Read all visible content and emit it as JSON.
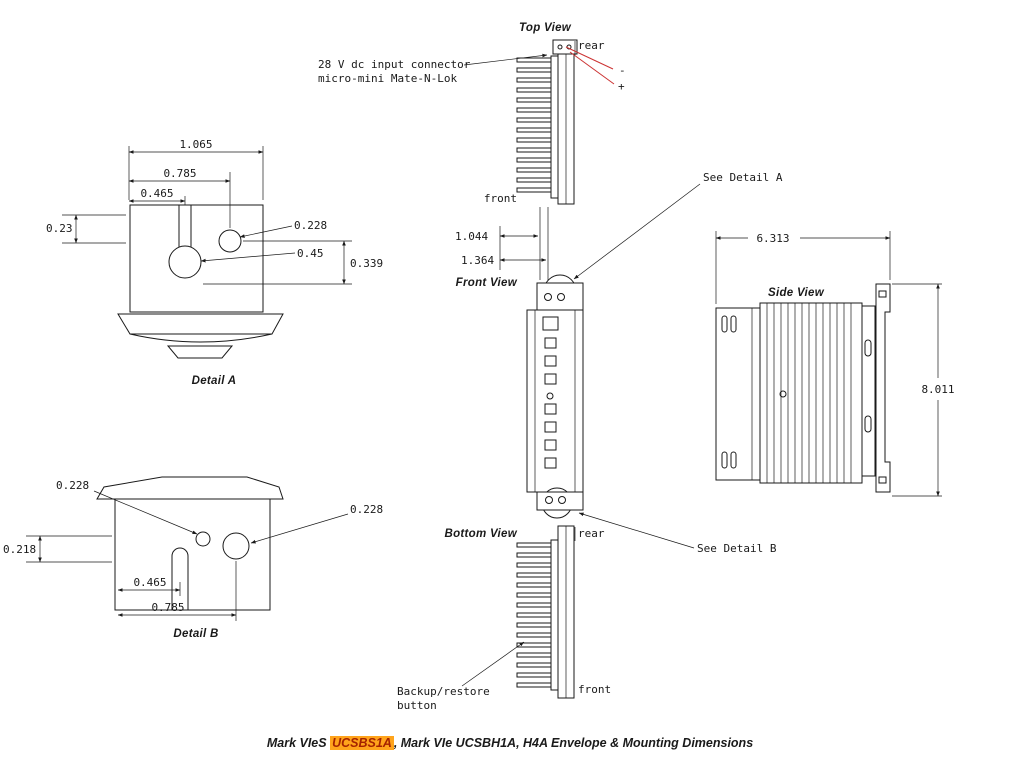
{
  "caption": {
    "part1": "Mark VIeS ",
    "highlight": "UCSBS1A",
    "part2": ", Mark VIe UCSBH1A, H4A Envelope & Mounting Dimensions"
  },
  "colors": {
    "line": "#1a1a1a",
    "leader_red": "#cc3333",
    "highlight_bg": "#FFA41C",
    "highlight_text": "#A52300"
  },
  "views": {
    "top": {
      "label": "Top View",
      "rear_label": "rear",
      "front_label": "front"
    },
    "front": {
      "label": "Front View",
      "dim_offset_a": "1.044",
      "dim_offset_b": "1.364"
    },
    "side": {
      "label": "Side View",
      "dim_width": "6.313",
      "dim_height": "8.011"
    },
    "bottom": {
      "label": "Bottom View",
      "rear_label": "rear",
      "front_label": "front"
    },
    "detail_a": {
      "label": "Detail A",
      "dim_width_outer": "1.065",
      "dim_width_mid": "0.785",
      "dim_width_inner": "0.465",
      "dim_top_offset": "0.23",
      "dim_hole_dia": "0.228",
      "dim_keyhole_dia": "0.45",
      "dim_vertical_offset": "0.339"
    },
    "detail_b": {
      "label": "Detail B",
      "dim_hole_left": "0.228",
      "dim_hole_right": "0.228",
      "dim_height": "0.218",
      "dim_width_inner": "0.465",
      "dim_width_mid": "0.785"
    }
  },
  "annotations": {
    "connector_line1": "28 V dc input connector",
    "connector_line2": "micro-mini Mate-N-Lok",
    "polarity_minus": "-",
    "polarity_plus": "+",
    "see_detail_a": "See Detail A",
    "see_detail_b": "See Detail B",
    "backup_line1": "Backup/restore",
    "backup_line2": "button"
  }
}
